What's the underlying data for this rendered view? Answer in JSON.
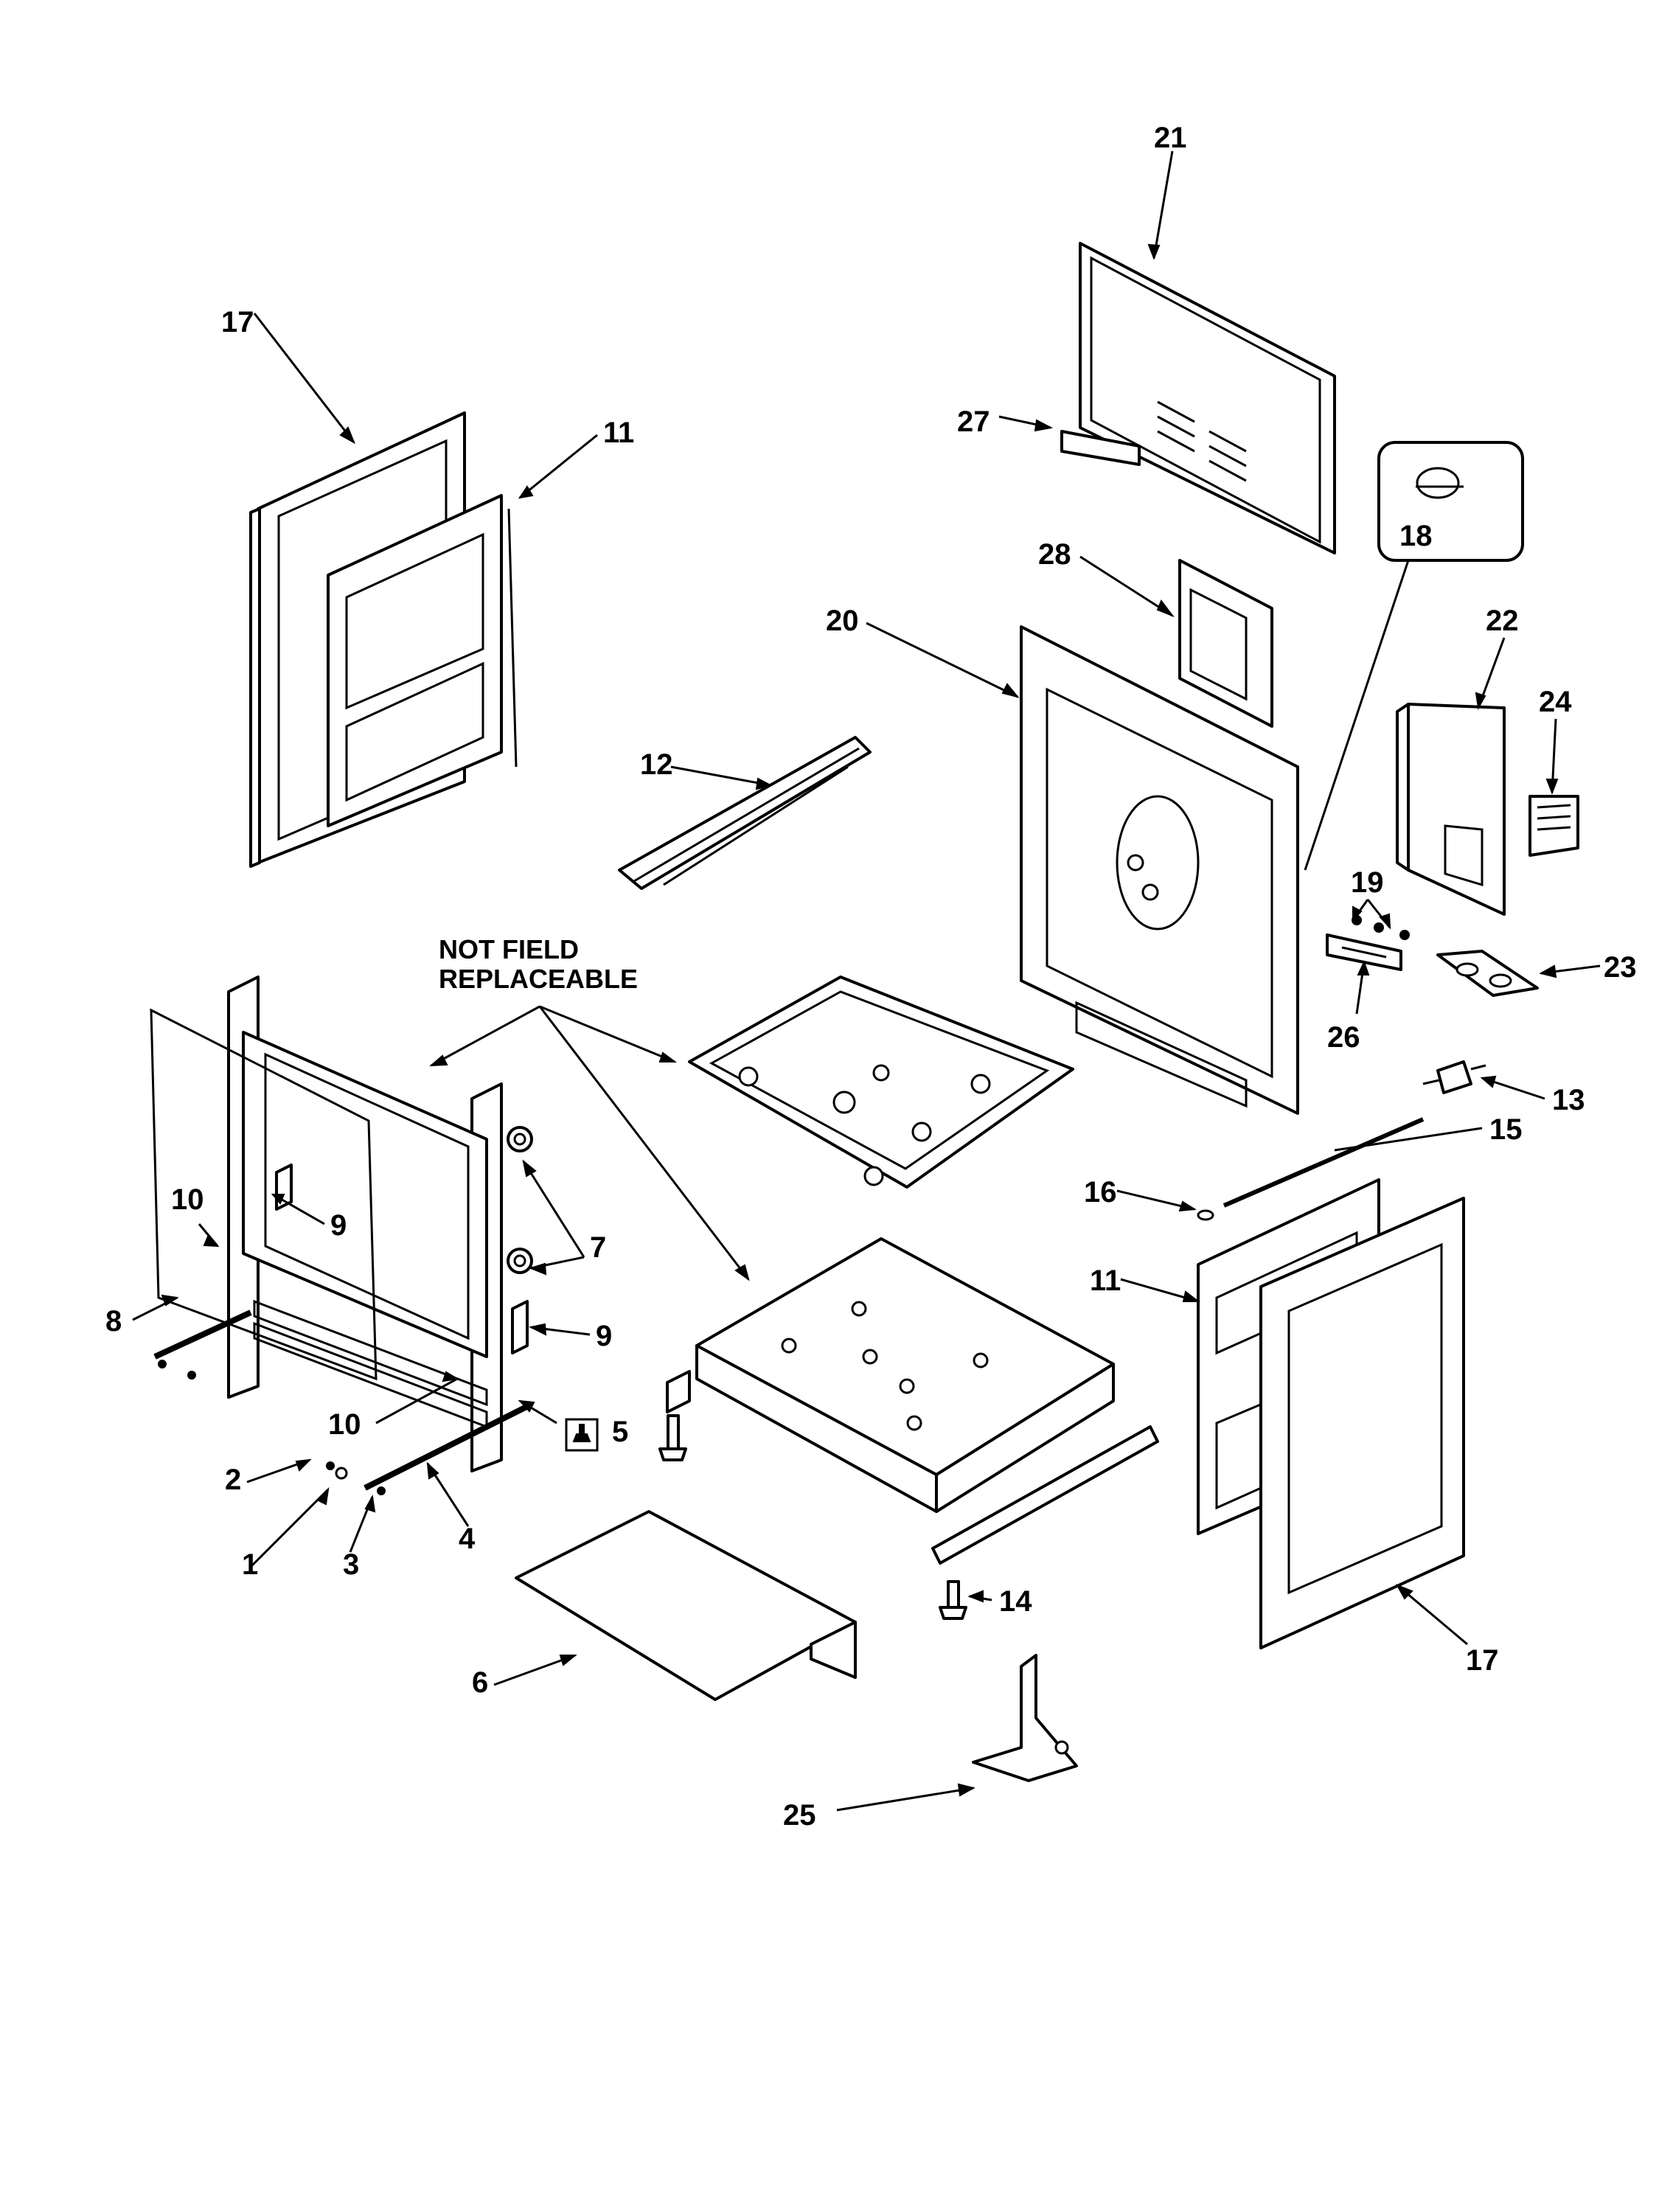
{
  "note": {
    "line1": "NOT FIELD",
    "line2": "REPLACEABLE"
  },
  "callouts": [
    {
      "id": "c1",
      "text": "1"
    },
    {
      "id": "c2",
      "text": "2"
    },
    {
      "id": "c3",
      "text": "3"
    },
    {
      "id": "c4",
      "text": "4"
    },
    {
      "id": "c5",
      "text": "5"
    },
    {
      "id": "c6",
      "text": "6"
    },
    {
      "id": "c7",
      "text": "7"
    },
    {
      "id": "c8",
      "text": "8"
    },
    {
      "id": "c9a",
      "text": "9"
    },
    {
      "id": "c9b",
      "text": "9"
    },
    {
      "id": "c10a",
      "text": "10"
    },
    {
      "id": "c10b",
      "text": "10"
    },
    {
      "id": "c11a",
      "text": "11"
    },
    {
      "id": "c11b",
      "text": "11"
    },
    {
      "id": "c12",
      "text": "12"
    },
    {
      "id": "c13",
      "text": "13"
    },
    {
      "id": "c14",
      "text": "14"
    },
    {
      "id": "c15",
      "text": "15"
    },
    {
      "id": "c16",
      "text": "16"
    },
    {
      "id": "c17a",
      "text": "17"
    },
    {
      "id": "c17b",
      "text": "17"
    },
    {
      "id": "c18",
      "text": "18"
    },
    {
      "id": "c19",
      "text": "19"
    },
    {
      "id": "c20",
      "text": "20"
    },
    {
      "id": "c21",
      "text": "21"
    },
    {
      "id": "c22",
      "text": "22"
    },
    {
      "id": "c23",
      "text": "23"
    },
    {
      "id": "c24",
      "text": "24"
    },
    {
      "id": "c25",
      "text": "25"
    },
    {
      "id": "c26",
      "text": "26"
    },
    {
      "id": "c27",
      "text": "27"
    },
    {
      "id": "c28",
      "text": "28"
    }
  ]
}
